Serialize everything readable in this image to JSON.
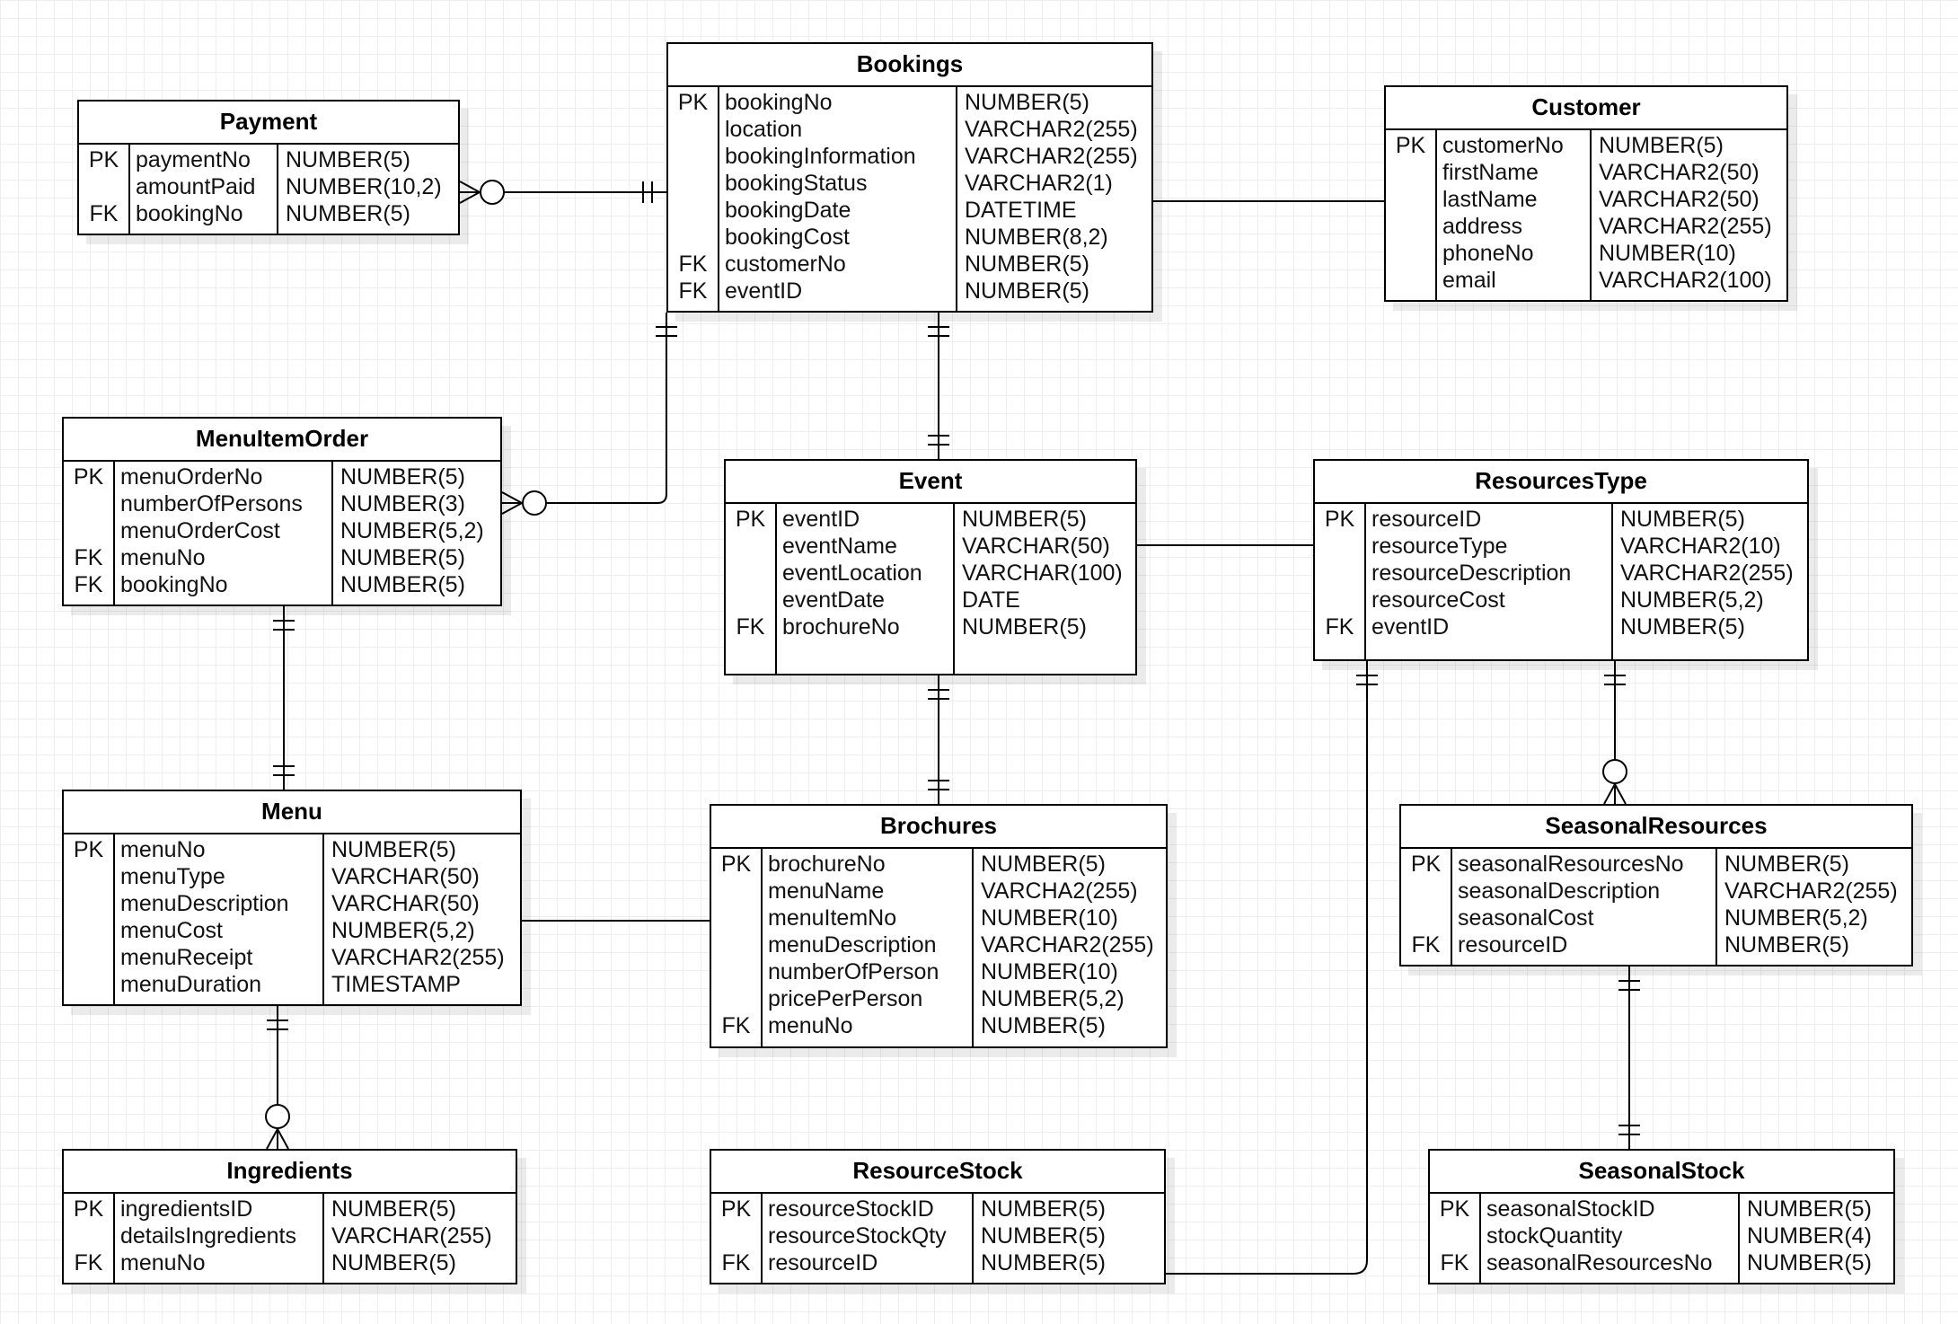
{
  "entities": [
    {
      "key": "payment",
      "title": "Payment",
      "keys": [
        "PK",
        "",
        "FK"
      ],
      "names": [
        "paymentNo",
        "amountPaid",
        "bookingNo"
      ],
      "types": [
        "NUMBER(5)",
        "NUMBER(10,2)",
        "NUMBER(5)"
      ]
    },
    {
      "key": "bookings",
      "title": "Bookings",
      "keys": [
        "PK",
        "",
        "",
        "",
        "",
        "",
        "FK",
        "FK"
      ],
      "names": [
        "bookingNo",
        "location",
        "bookingInformation",
        "bookingStatus",
        "bookingDate",
        "bookingCost",
        "customerNo",
        "eventID"
      ],
      "types": [
        "NUMBER(5)",
        "VARCHAR2(255)",
        "VARCHAR2(255)",
        "VARCHAR2(1)",
        "DATETIME",
        "NUMBER(8,2)",
        "NUMBER(5)",
        "NUMBER(5)"
      ]
    },
    {
      "key": "customer",
      "title": "Customer",
      "keys": [
        "PK",
        "",
        "",
        "",
        "",
        ""
      ],
      "names": [
        "customerNo",
        "firstName",
        "lastName",
        "address",
        "phoneNo",
        "email"
      ],
      "types": [
        "NUMBER(5)",
        "VARCHAR2(50)",
        "VARCHAR2(50)",
        "VARCHAR2(255)",
        "NUMBER(10)",
        "VARCHAR2(100)"
      ]
    },
    {
      "key": "menuitemorder",
      "title": "MenuItemOrder",
      "keys": [
        "PK",
        "",
        "",
        "FK",
        "FK"
      ],
      "names": [
        "menuOrderNo",
        "numberOfPersons",
        "menuOrderCost",
        "menuNo",
        "bookingNo"
      ],
      "types": [
        "NUMBER(5)",
        "NUMBER(3)",
        "NUMBER(5,2)",
        "NUMBER(5)",
        "NUMBER(5)"
      ]
    },
    {
      "key": "event",
      "title": "Event",
      "keys": [
        "PK",
        "",
        "",
        "",
        "FK"
      ],
      "names": [
        "eventID",
        "eventName",
        "eventLocation",
        "eventDate",
        "brochureNo"
      ],
      "types": [
        "NUMBER(5)",
        "VARCHAR(50)",
        "VARCHAR(100)",
        "DATE",
        "NUMBER(5)"
      ]
    },
    {
      "key": "resourcestype",
      "title": "ResourcesType",
      "keys": [
        "PK",
        "",
        "",
        "",
        "FK"
      ],
      "names": [
        "resourceID",
        "resourceType",
        "resourceDescription",
        "resourceCost",
        "eventID"
      ],
      "types": [
        "NUMBER(5)",
        "VARCHAR2(10)",
        "VARCHAR2(255)",
        "NUMBER(5,2)",
        "NUMBER(5)"
      ]
    },
    {
      "key": "menu",
      "title": "Menu",
      "keys": [
        "PK",
        "",
        "",
        "",
        "",
        ""
      ],
      "names": [
        "menuNo",
        "menuType",
        "menuDescription",
        "menuCost",
        "menuReceipt",
        "menuDuration"
      ],
      "types": [
        "NUMBER(5)",
        "VARCHAR(50)",
        "VARCHAR(50)",
        "NUMBER(5,2)",
        "VARCHAR2(255)",
        "TIMESTAMP"
      ]
    },
    {
      "key": "brochures",
      "title": "Brochures",
      "keys": [
        "PK",
        "",
        "",
        "",
        "",
        "",
        "FK"
      ],
      "names": [
        "brochureNo",
        "menuName",
        "menuItemNo",
        "menuDescription",
        "numberOfPerson",
        "pricePerPerson",
        "menuNo"
      ],
      "types": [
        "NUMBER(5)",
        "VARCHA2(255)",
        "NUMBER(10)",
        "VARCHAR2(255)",
        "NUMBER(10)",
        "NUMBER(5,2)",
        "NUMBER(5)"
      ]
    },
    {
      "key": "seasonalresources",
      "title": "SeasonalResources",
      "keys": [
        "PK",
        "",
        "",
        "FK"
      ],
      "names": [
        "seasonalResourcesNo",
        "seasonalDescription",
        "seasonalCost",
        "resourceID"
      ],
      "types": [
        "NUMBER(5)",
        "VARCHAR2(255)",
        "NUMBER(5,2)",
        "NUMBER(5)"
      ]
    },
    {
      "key": "ingredients",
      "title": "Ingredients",
      "keys": [
        "PK",
        "",
        "FK"
      ],
      "names": [
        "ingredientsID",
        "detailsIngredients",
        "menuNo"
      ],
      "types": [
        "NUMBER(5)",
        "VARCHAR(255)",
        "NUMBER(5)"
      ]
    },
    {
      "key": "resourcestock",
      "title": "ResourceStock",
      "keys": [
        "PK",
        "",
        "FK"
      ],
      "names": [
        "resourceStockID",
        "resourceStockQty",
        "resourceID"
      ],
      "types": [
        "NUMBER(5)",
        "NUMBER(5)",
        "NUMBER(5)"
      ]
    },
    {
      "key": "seasonalstock",
      "title": "SeasonalStock",
      "keys": [
        "PK",
        "",
        "FK"
      ],
      "names": [
        "seasonalStockID",
        "stockQuantity",
        "seasonalResourcesNo"
      ],
      "types": [
        "NUMBER(5)",
        "NUMBER(4)",
        "NUMBER(5)"
      ]
    }
  ],
  "relationships": [
    {
      "from": "payment",
      "to": "bookings",
      "from_card": "zero-or-many",
      "to_card": "one-and-only-one"
    },
    {
      "from": "bookings",
      "to": "customer",
      "from_card": "one-and-only-one",
      "to_card": "one-and-only-one"
    },
    {
      "from": "menuitemorder",
      "to": "bookings",
      "from_card": "zero-or-many",
      "to_card": "one-and-only-one"
    },
    {
      "from": "bookings",
      "to": "event",
      "from_card": "one-and-only-one",
      "to_card": "one-and-only-one"
    },
    {
      "from": "event",
      "to": "resourcestype",
      "from_card": "one-and-only-one",
      "to_card": "zero-or-many"
    },
    {
      "from": "menuitemorder",
      "to": "menu",
      "from_card": "one-and-only-one",
      "to_card": "one-and-only-one"
    },
    {
      "from": "event",
      "to": "brochures",
      "from_card": "one-and-only-one",
      "to_card": "one-and-only-one"
    },
    {
      "from": "resourcestype",
      "to": "seasonalresources",
      "from_card": "one-and-only-one",
      "to_card": "zero-or-many"
    },
    {
      "from": "menu",
      "to": "brochures",
      "from_card": "one-and-only-one",
      "to_card": "one-and-only-one"
    },
    {
      "from": "menu",
      "to": "ingredients",
      "from_card": "one-and-only-one",
      "to_card": "zero-or-many"
    },
    {
      "from": "resourcestype",
      "to": "resourcestock",
      "from_card": "one-and-only-one",
      "to_card": "one-and-only-one"
    },
    {
      "from": "seasonalresources",
      "to": "seasonalstock",
      "from_card": "one-and-only-one",
      "to_card": "one-and-only-one"
    }
  ],
  "colors": {
    "line": "#000000",
    "background": "#ffffff",
    "grid": "#eeeeee"
  }
}
